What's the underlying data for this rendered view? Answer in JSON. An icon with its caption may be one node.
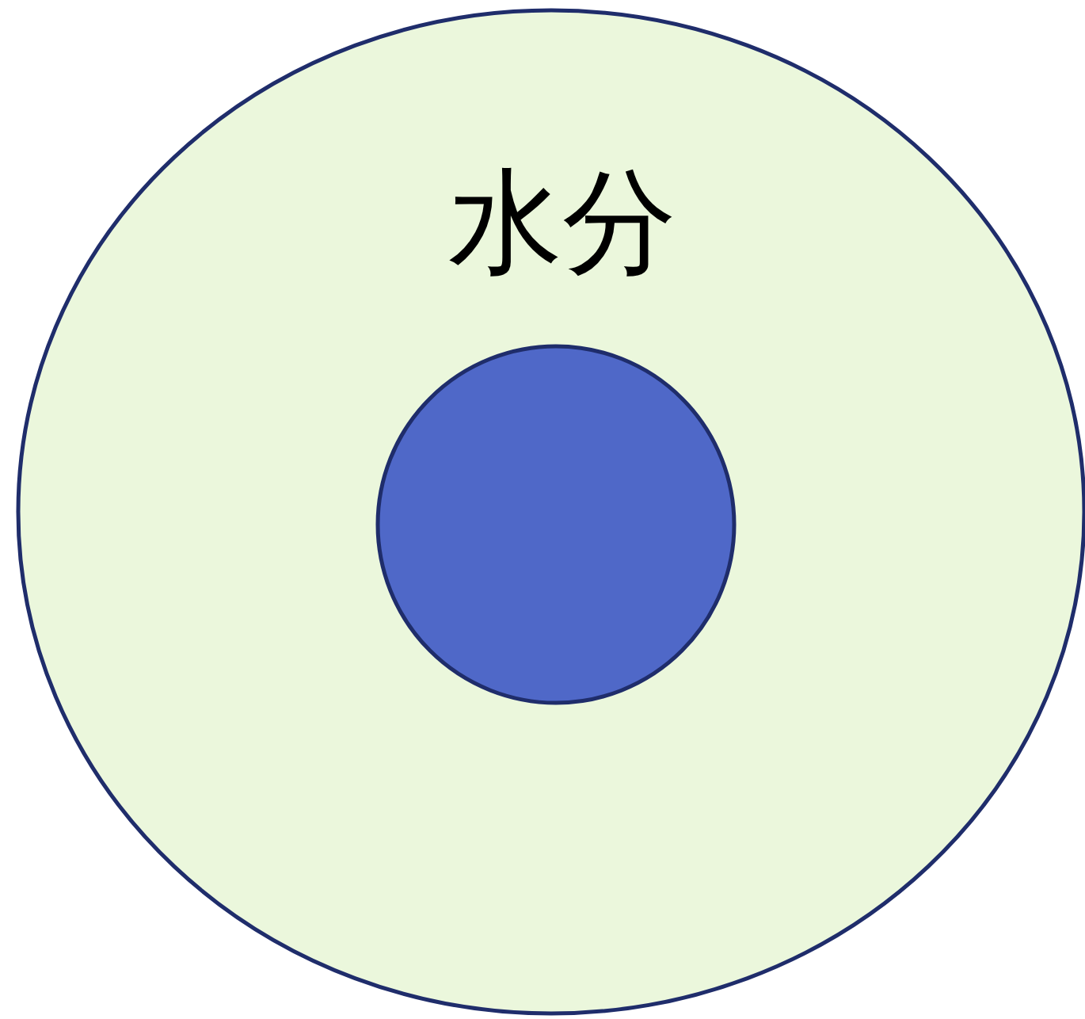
{
  "diagram": {
    "nodes": [
      {
        "text": [
          "水分"
        ]
      },
      {
        "text": [],
        "shape": "circle",
        "in": 0
      }
    ]
  }
}
